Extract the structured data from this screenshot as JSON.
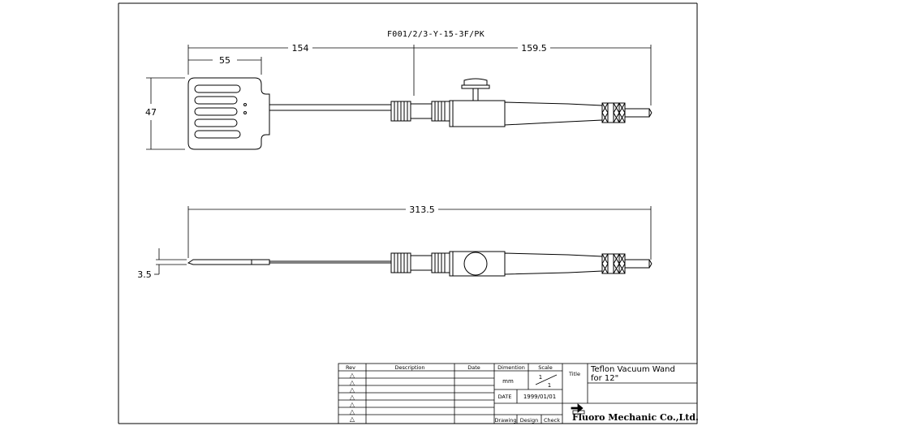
{
  "part_number": "F001/2/3-Y-15-3F/PK",
  "dimensions": {
    "d154": "154",
    "d55": "55",
    "d159_5": "159.5",
    "d47": "47",
    "d313_5": "313.5",
    "d3_5": "3.5"
  },
  "title_block": {
    "headers": {
      "rev": "Rev",
      "description": "Description",
      "date": "Date",
      "dimention": "Dimention",
      "scale": "Scale",
      "title": "Title",
      "date_label": "DATE",
      "drawing": "Drawing",
      "design": "Design",
      "check": "Check"
    },
    "rev_symbol": "△",
    "unit": "mm",
    "scale_num": "1",
    "scale_den": "1",
    "date_value": "1999/01/01",
    "title_line1": "Teflon Vacuum Wand",
    "title_line2": "for 12\"",
    "company": "Fluoro Mechanic Co.,Ltd."
  }
}
